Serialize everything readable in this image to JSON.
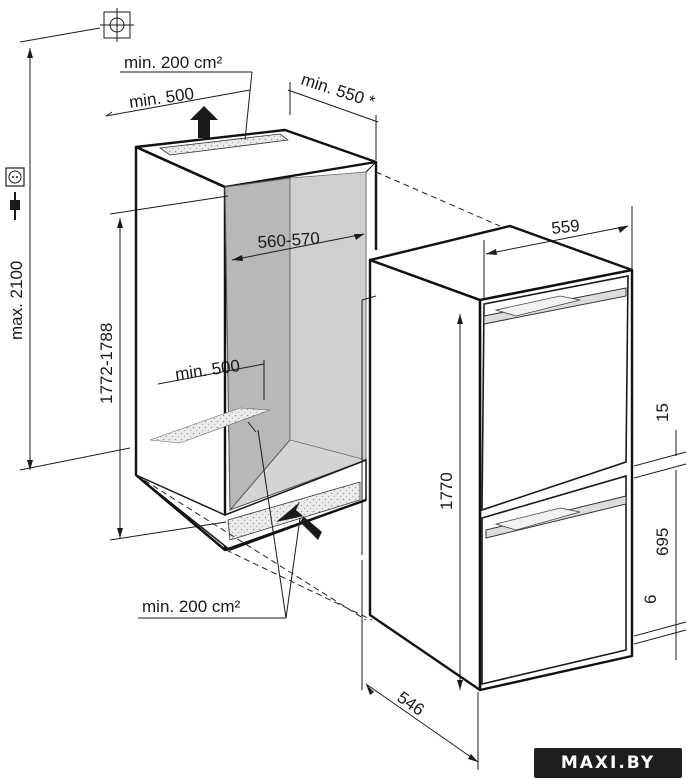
{
  "labels": {
    "max_height": "max. 2100",
    "top_vent_area": "min. 200 cm²",
    "top_vent_width": "min. 500",
    "depth_min": "min. 550 *",
    "niche_width": "560-570",
    "niche_height": "1772-1788",
    "bottom_vent_width": "min. 500",
    "bottom_vent_area": "min. 200 cm²",
    "appliance_width": "559",
    "appliance_height": "1770",
    "appliance_depth": "546",
    "dim_15": "15",
    "dim_695": "695",
    "dim_6": "6"
  },
  "watermark": "MAXI.BY",
  "colors": {
    "line": "#1a1a1a",
    "niche_interior": "#d4d4d4",
    "niche_side": "#b8b8b8",
    "vent_fill": "#e4e4e4",
    "handle_fill": "#dcdcdc"
  },
  "icons": [
    "ground-symbol-icon",
    "power-socket-icon",
    "power-plug-icon",
    "airflow-up-arrow-icon",
    "airflow-in-arrow-icon"
  ]
}
